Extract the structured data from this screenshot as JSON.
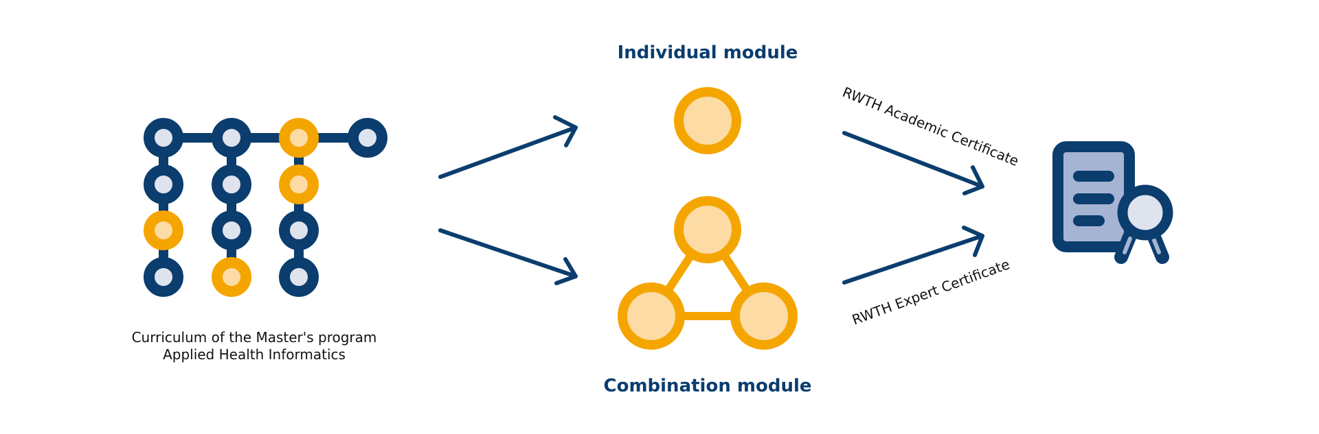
{
  "colors": {
    "navy": "#0b3d6e",
    "orange": "#f5a500",
    "orange_fill": "#fddba4",
    "dot_fill": "#dfe3ee",
    "document_fill": "#a6b4d4"
  },
  "curriculum": {
    "caption_line1": "Curriculum of the Master's program",
    "caption_line2": "Applied Health Informatics",
    "grid_colors": [
      [
        "navy",
        "navy",
        "orange",
        "navy"
      ],
      [
        "navy",
        "navy",
        "orange",
        null
      ],
      [
        "orange",
        "navy",
        "navy",
        null
      ],
      [
        "navy",
        "orange",
        "navy",
        null
      ]
    ]
  },
  "modules": {
    "individual_title": "Individual module",
    "combination_title": "Combination module"
  },
  "certificates": {
    "academic_label": "RWTH Academic Certificate",
    "expert_label": "RWTH Expert Certificate",
    "icon": "certificate-icon"
  }
}
